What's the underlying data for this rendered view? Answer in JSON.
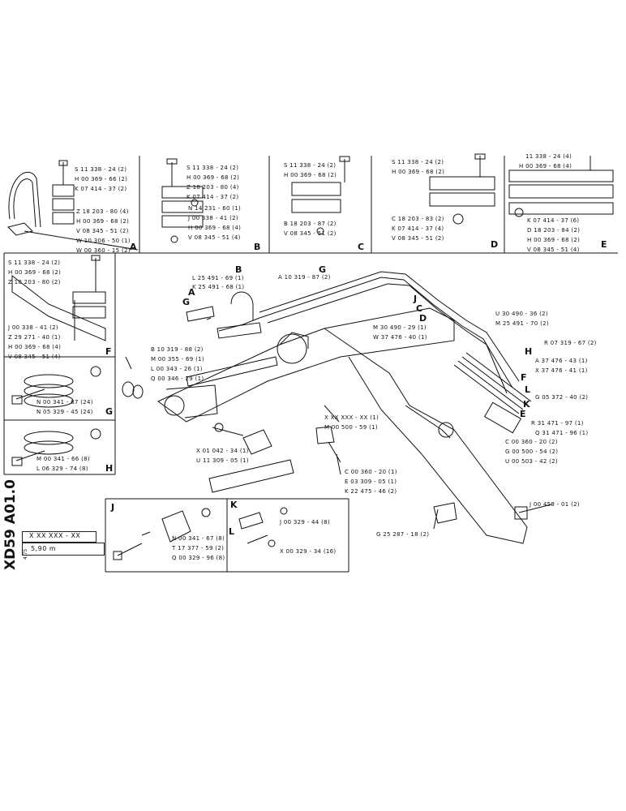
{
  "panel_letters": {
    "A": "A",
    "B": "B",
    "C": "C",
    "D": "D",
    "E": "E",
    "F": "F",
    "G": "G",
    "H": "H",
    "J": "J",
    "K": "K",
    "L": "L"
  },
  "panelA": [
    "S 11 338 - 24 (2)",
    "H 00 369 - 66 (2)",
    "K 07 414 - 37 (2)",
    "Z 18 203 - 80 (4)",
    "H 00 369 - 68 (2)",
    "V 08 345 - 51 (2)",
    "W 10 306 - 50 (1)",
    "W 00 360 - 15 (2)"
  ],
  "panelB": [
    "S 11 338 - 24 (2)",
    "H 00 369 - 68 (2)",
    "Z 18 203 - 80 (4)",
    "K 07 414 - 37 (2)",
    "N 14 231 - 60 (1)",
    "J 00 338 - 41 (2)",
    "H 00 369 - 68 (4)",
    "V 08 345 - 51 (4)"
  ],
  "panelC": [
    "S 11 338 - 24 (2)",
    "H 00 369 - 68 (2)",
    "B 18 203 - 87 (2)",
    "V 08 345 - 51 (2)"
  ],
  "panelD": [
    "S 11 338 - 24 (2)",
    "H 00 369 - 68 (2)",
    "C 18 203 - 83 (2)",
    "K 07 414 - 37 (4)",
    "V 08 345 - 51 (2)"
  ],
  "panelE": [
    "11 338 - 24 (4)",
    "H 00 369 - 68 (4)",
    "K 07 414 - 37 (6)",
    "D 18 203 - 84 (2)",
    "H 00 369 - 68 (2)",
    "V 08 345 - 51 (4)"
  ],
  "panelF": [
    "S 11 338 - 24 (2)",
    "H 00 369 - 68 (2)",
    "Z 18 203 - 80 (2)",
    "J 00 338 - 41 (2)",
    "Z 29 271 - 40 (1)",
    "H 00 369 - 68 (4)",
    "V 08 345 - 51 (4)"
  ],
  "panelG": [
    "N 00 341 - 67 (24)",
    "N 05 329 - 45 (24)"
  ],
  "panelH": [
    "M 00 341 - 66 (8)",
    "L 06 329 - 74 (8)"
  ],
  "panelJ": [
    "N 00 341 - 67 (8)",
    "T 17 377 - 59 (2)",
    "Q 00 329 - 96 (8)"
  ],
  "panelK": [
    "J 00 329 - 44 (8)",
    "X 00 329 - 34 (16)"
  ],
  "main_top": [
    "L 25 491 - 69 (1)",
    "K 25 491 - 68 (1)",
    "A 10 319 - 87 (2)",
    "U 30 490 - 36 (2)",
    "M 25 491 - 70 (2)",
    "M 30 490 - 29 (1)",
    "W 37 476 - 40 (1)"
  ],
  "main_left": [
    "B 10 319 - 88 (2)",
    "M 00 355 - 69 (1)",
    "L 00 343 - 26 (1)",
    "Q 00 346 - 29 (1)"
  ],
  "main_right": [
    "R 07 319 - 67 (2)",
    "A 37 476 - 43 (1)",
    "X 37 476 - 41 (1)",
    "G 05 372 - 40 (2)",
    "R 31 471 - 97 (1)",
    "Q 31 471 - 96 (1)",
    "C 00 360 - 20 (2)",
    "G 00 500 - 54 (2)",
    "U 00 503 - 42 (2)"
  ],
  "main_center": [
    "X XX XXX - XX (1)",
    "M 00 500 - 59 (1)",
    "X 01 042 - 34 (1)",
    "U 11 309 - 05 (1)",
    "C 00 360 - 20 (1)",
    "E 03 309 - 05 (1)",
    "K 22 475 - 46 (2)"
  ],
  "main_bottom": [
    "J 00 458 - 01 (2)",
    "G 25 287 - 18 (2)"
  ],
  "side_code": "XD59 A01.0",
  "part_box": "X XX XXX - XX",
  "small_num": "4.75",
  "length_label": "5,90 m"
}
